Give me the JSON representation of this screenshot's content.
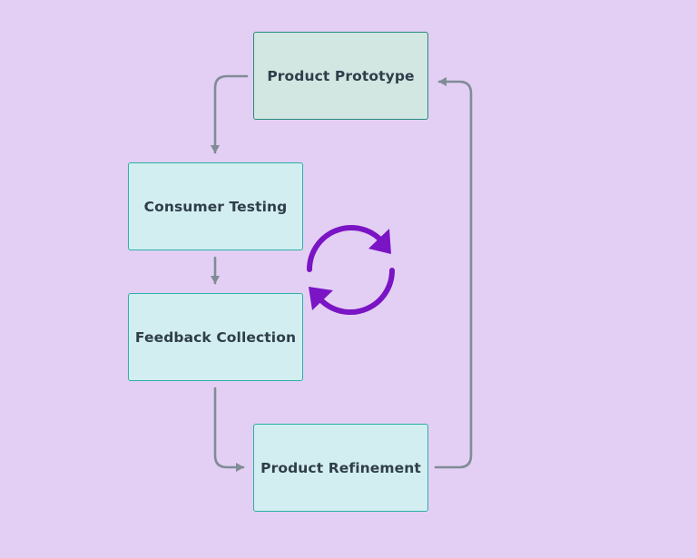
{
  "diagram": {
    "nodes": {
      "prototype": "Product Prototype",
      "testing": "Consumer Testing",
      "feedback": "Feedback Collection",
      "refinement": "Product Refinement"
    },
    "icons": {
      "cycle": "refresh-cycle-icon"
    },
    "colors": {
      "background": "#e3cff3",
      "node_fill": "#d2eef0",
      "node_border": "#2bb0a8",
      "top_node_fill": "#d2e6e2",
      "top_node_border": "#2a8a7e",
      "connector": "#7f8c96",
      "cycle_icon": "#7a14c4",
      "text": "#2f3e4a"
    }
  }
}
